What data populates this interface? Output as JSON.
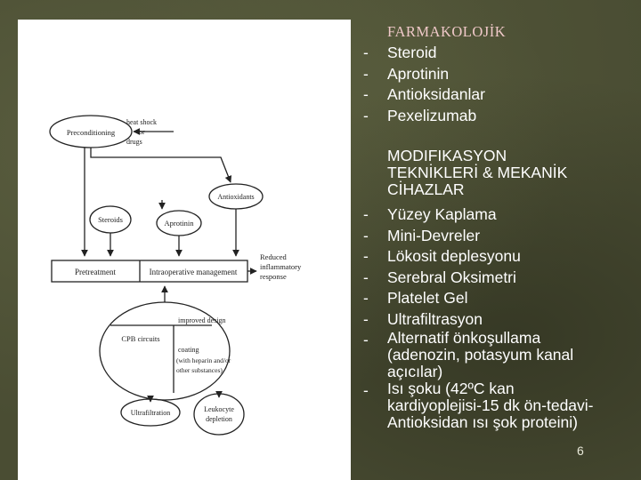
{
  "slide": {
    "pharma_heading": "FARMAKOLOJİK",
    "pharma_items": [
      "Steroid",
      "Aprotinin",
      "Antioksidanlar",
      "Pexelizumab"
    ],
    "tech_heading_lines": [
      "MODIFIKASYON",
      "TEKNİKLERİ & MEKANİK",
      "CİHAZLAR"
    ],
    "tech_items": [
      [
        "Yüzey Kaplama"
      ],
      [
        "Mini-Devreler"
      ],
      [
        "Lökosit deplesyonu"
      ],
      [
        "Serebral Oksimetri"
      ],
      [
        "Platelet Gel"
      ],
      [
        "Ultrafiltrasyon"
      ],
      [
        "Alternatif önkoşullama",
        "(adenozin, potasyum kanal",
        "açıcılar)"
      ],
      [
        "Isı şoku (42ºC kan",
        "kardiyoplejisi-15 dk ön-tedavi-",
        "Antioksidan ısı şok proteini)"
      ]
    ],
    "dash": "-",
    "page_number": "6"
  },
  "diagram": {
    "preconditioning": "Preconditioning",
    "heat_shock": [
      "heat shock",
      "or",
      "drugs"
    ],
    "antioxidants": "Antioxidants",
    "steroids": "Steroids",
    "aprotinin": "Aprotinin",
    "pretreatment": "Pretreatment",
    "intraop": "Intraoperative management",
    "reduced": [
      "Reduced",
      "inflammatory",
      "response"
    ],
    "cpb": "CPB circuits",
    "improved": "improved design",
    "coating": [
      "coating",
      "(with heparin and/or",
      "other substances)"
    ],
    "ultrafiltration": "Ultrafiltration",
    "leukocyte": [
      "Leukocyte",
      "depletion"
    ]
  }
}
